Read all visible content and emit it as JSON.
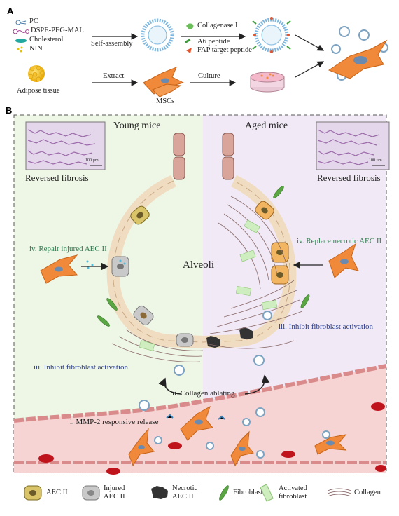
{
  "panel_a": {
    "letter": "A",
    "components": [
      "PC",
      "DSPE-PEG-MAL",
      "Cholesterol",
      "NIN"
    ],
    "self_assembly": "Self-assembly",
    "collagenase": "Collagenase I",
    "a6_peptide": "A6 peptide",
    "fap_peptide": "FAP target peptide",
    "adipose": "Adipose tissue",
    "extract": "Extract",
    "mscs": "MSCs",
    "culture": "Culture"
  },
  "panel_b": {
    "letter": "B",
    "young_title": "Young mice",
    "aged_title": "Aged mice",
    "scale_bar_left": "100 µm",
    "scale_bar_right": "100 µm",
    "reversed_left": "Reversed fibrosis",
    "reversed_right": "Reversed fibrosis",
    "alveoli": "Alveoli",
    "repair": "iv. Repair injured AEC II",
    "replace": "iv. Replace necrotic AEC II",
    "inhibit_left": "iii. Inhibit fibroblast activation",
    "inhibit_right": "iii. Inhibit fibroblast activation",
    "collagen_ablating": "ii. Collagen ablating",
    "mmp_release": "i. MMP-2 responsive release"
  },
  "legend": {
    "aec2": "AEC II",
    "injured_1": "Injured",
    "injured_2": "AEC II",
    "necrotic_1": "Necrotic",
    "necrotic_2": "AEC II",
    "fibroblast": "Fibroblast",
    "activated_1": "Activated",
    "activated_2": "fibroblast",
    "collagen": "Collagen"
  },
  "colors": {
    "young_bg": "#eef6e6",
    "aged_bg": "#f1eaf6",
    "vessel": "#f6d4d4",
    "aec2_fill": "#d9c46a",
    "msc": "#f08a3a",
    "fibroblast": "#5aa642",
    "rbc": "#c0141c"
  }
}
